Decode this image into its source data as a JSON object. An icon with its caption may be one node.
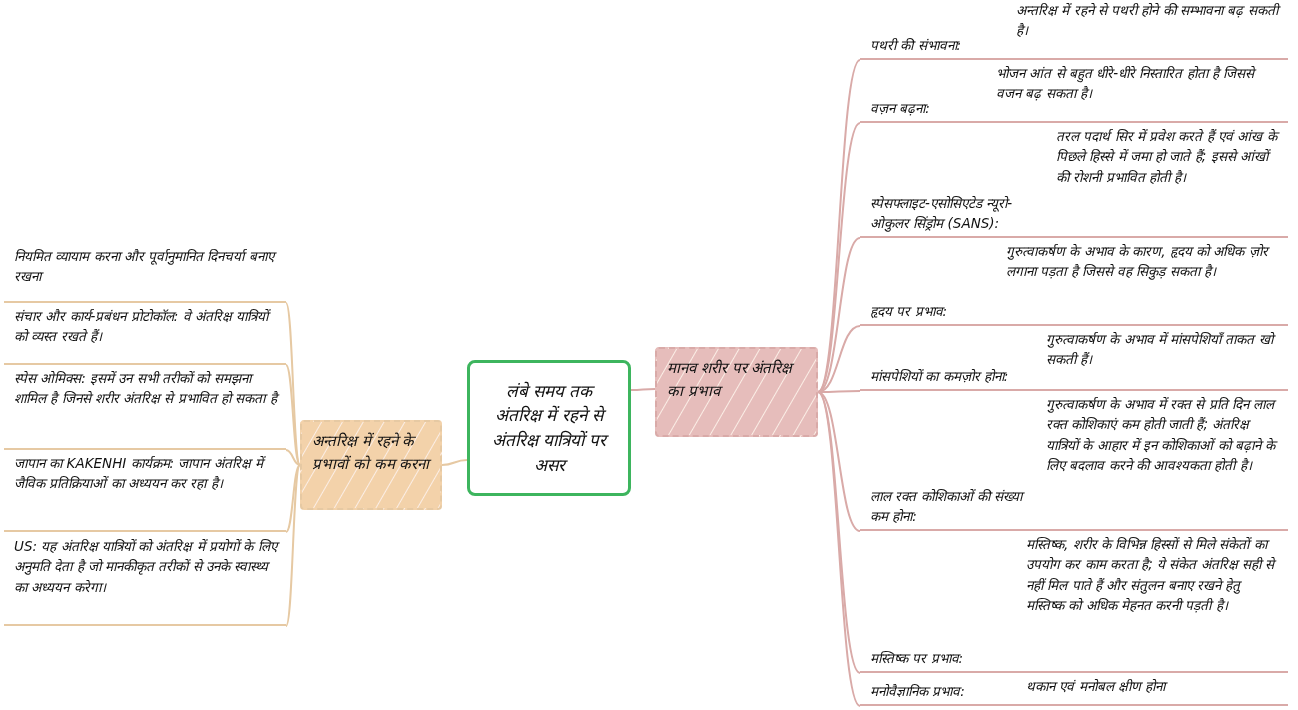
{
  "diagram": {
    "nodes": [
      {
        "text": [
          "लंबे समय तक अंतरिक्ष में रहने से अंतरिक्ष यात्रियों पर असर"
        ]
      },
      {
        "text": [
          "अन्तरिक्ष में रहने के प्रभावों को कम करना"
        ]
      },
      {
        "text": [
          "नियमित व्यायाम करना और पूर्वानुमानित दिनचर्या बनाए रखना"
        ]
      },
      {
        "text": [
          "संचार और कार्य-प्रबंधन प्रोटोकॉल: वे अंतरिक्ष यात्रियों को व्यस्त रखते हैं।"
        ]
      },
      {
        "text": [
          "स्पेस ओमिक्स: इसमें उन सभी तरीकों को समझना शामिल है जिनसे शरीर अंतरिक्ष से प्रभावित हो सकता है"
        ]
      },
      {
        "text": [
          "जापान का KAKENHI कार्यक्रम: जापान अंतरिक्ष में जैविक प्रतिक्रियाओं का अध्ययन कर रहा है।"
        ]
      },
      {
        "text": [
          "US: यह अंतरिक्ष यात्रियों को अंतरिक्ष में प्रयोगों के लिए अनुमति देता है जो मानकीकृत तरीकों से उनके स्वास्थ्य का अध्ययन करेगा।"
        ]
      },
      {
        "text": [
          "मानव शरीर पर अंतरिक्ष का प्रभाव"
        ]
      },
      {
        "text": [
          "पथरी की संभावना:",
          "अन्तरिक्ष में रहने से पथरी होने की सम्भावना बढ़ सकती है।"
        ]
      },
      {
        "text": [
          "वज़न बढ़ना:",
          "भोजन आंत से बहुत धीरे-धीरे निस्तारित होता है जिससे वजन बढ़ सकता है।"
        ]
      },
      {
        "text": [
          "स्पेसफ्लाइट-एसोसिएटेड न्यूरो-ओकुलर सिंड्रोम (SANS):",
          "तरल पदार्थ सिर में प्रवेश करते हैं एवं आंख के पिछले हिस्से में जमा हो जाते हैं; इससे आंखों की रोशनी प्रभावित होती है।"
        ]
      },
      {
        "text": [
          "हृदय पर प्रभाव:",
          "गुरुत्वाकर्षण के अभाव के कारण, हृदय को अधिक ज़ोर लगाना पड़ता है जिससे वह सिकुड़ सकता है।"
        ]
      },
      {
        "text": [
          "मांसपेशियों का कमज़ोर होना:",
          "गुरुत्वाकर्षण के अभाव में मांसपेशियाँ ताकत खो सकती हैं।"
        ]
      },
      {
        "text": [
          "लाल रक्त कोशिकाओं की संख्या कम होना:",
          "गुरुत्वाकर्षण के अभाव में रक्त से प्रति दिन लाल रक्त कोशिकाएं कम होती जाती हैं; अंतरिक्ष यात्रियों के आहार में इन कोशिकाओं को बढ़ाने के लिए बदलाव करने की आवश्यकता होती है।"
        ]
      },
      {
        "text": [
          "मस्तिष्क पर प्रभाव:",
          "मस्तिष्क, शरीर के विभिन्न हिस्सों से मिले संकेतों का उपयोग कर काम करता है; ये संकेत अंतरिक्ष सही से नहीं मिल पाते हैं और संतुलन बनाए रखने हेतु मस्तिष्क को अधिक मेहनत करनी पड़ती है।"
        ]
      },
      {
        "text": [
          "मनोवैज्ञानिक प्रभाव:",
          "थकान एवं मनोबल क्षीण होना"
        ]
      }
    ],
    "edges": [
      {
        "from": 0,
        "to": 1,
        "arrow": "none",
        "color": "#e6c9a3"
      },
      {
        "from": 1,
        "to": 2,
        "arrow": "none",
        "color": "#e6c9a3"
      },
      {
        "from": 1,
        "to": 3,
        "arrow": "none",
        "color": "#e6c9a3"
      },
      {
        "from": 1,
        "to": 4,
        "arrow": "none",
        "color": "#e6c9a3"
      },
      {
        "from": 1,
        "to": 5,
        "arrow": "none",
        "color": "#e6c9a3"
      },
      {
        "from": 1,
        "to": 6,
        "arrow": "none",
        "color": "#e6c9a3"
      },
      {
        "from": 0,
        "to": 7,
        "arrow": "none"
      },
      {
        "from": 7,
        "to": 8,
        "arrow": "none"
      },
      {
        "from": 7,
        "to": 9,
        "arrow": "none"
      },
      {
        "from": 7,
        "to": 10,
        "arrow": "none"
      },
      {
        "from": 7,
        "to": 11,
        "arrow": "none"
      },
      {
        "from": 7,
        "to": 12,
        "arrow": "none"
      },
      {
        "from": 7,
        "to": 13,
        "arrow": "none"
      },
      {
        "from": 7,
        "to": 14,
        "arrow": "none"
      },
      {
        "from": 7,
        "to": 15,
        "arrow": "none"
      }
    ]
  }
}
